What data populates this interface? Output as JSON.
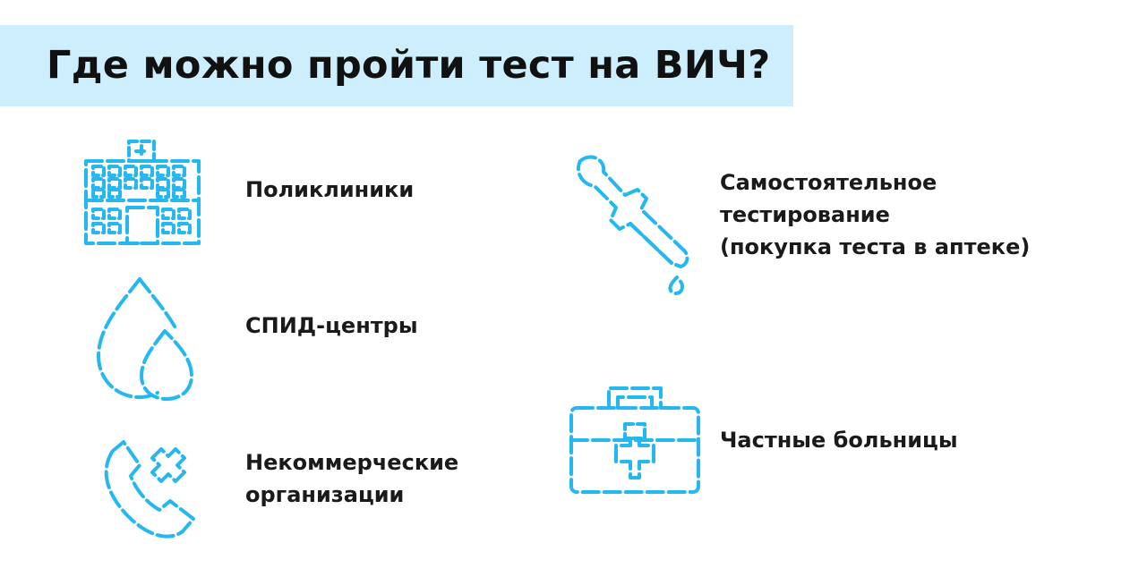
{
  "title": "Где можно пройти тест на ВИЧ?",
  "accent_color": "#25b7f0",
  "title_bar_color": "#cdeefc",
  "items": [
    {
      "label": "Поликлиники",
      "icon": "hospital-building-icon"
    },
    {
      "label": "СПИД-центры",
      "icon": "blood-drops-icon"
    },
    {
      "label": "Некоммерческие\nорганизации",
      "icon": "phone-cross-icon"
    },
    {
      "label": "Самостоятельное\nтестирование\n(покупка теста в аптеке)",
      "icon": "pipette-icon"
    },
    {
      "label": "Частные больницы",
      "icon": "medical-case-icon"
    }
  ]
}
